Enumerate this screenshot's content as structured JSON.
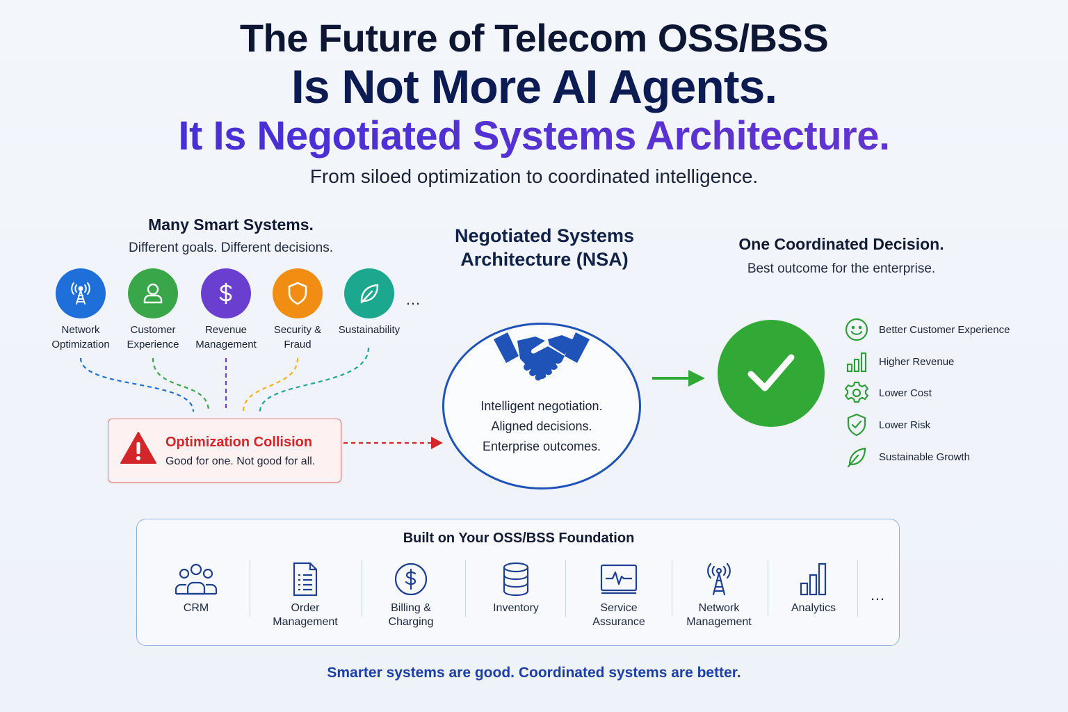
{
  "header": {
    "title_line1": "The Future of Telecom OSS/BSS",
    "title_line2": "Is Not More AI Agents.",
    "title_line3": "It Is Negotiated Systems Architecture.",
    "subtitle": "From siloed optimization to coordinated intelligence."
  },
  "left_panel": {
    "heading": "Many Smart Systems.",
    "subheading": "Different goals. Different decisions.",
    "systems": [
      {
        "label_1": "Network",
        "label_2": "Optimization",
        "icon": "cell-tower-icon",
        "color": "#1e6fd9"
      },
      {
        "label_1": "Customer",
        "label_2": "Experience",
        "icon": "user-icon",
        "color": "#3aa64a"
      },
      {
        "label_1": "Revenue",
        "label_2": "Management",
        "icon": "dollar-icon",
        "color": "#6a3fcf"
      },
      {
        "label_1": "Security &",
        "label_2": "Fraud",
        "icon": "shield-icon",
        "color": "#f08d12"
      },
      {
        "label_1": "Sustainability",
        "label_2": "",
        "icon": "leaf-icon",
        "color": "#1ba88f"
      }
    ],
    "more": "…",
    "collision": {
      "title": "Optimization Collision",
      "text": "Good for one. Not good for all.",
      "icon": "warning-icon",
      "color": "#d3262a"
    }
  },
  "nsa": {
    "title_line1": "Negotiated Systems",
    "title_line2": "Architecture (NSA)",
    "icon": "handshake-icon",
    "line1": "Intelligent negotiation.",
    "line2": "Aligned decisions.",
    "line3": "Enterprise outcomes."
  },
  "right_panel": {
    "heading": "One Coordinated Decision.",
    "subheading": "Best outcome for the enterprise.",
    "check_icon": "check-icon",
    "outcomes": [
      {
        "label": "Better Customer Experience",
        "icon": "smile-icon"
      },
      {
        "label": "Higher Revenue",
        "icon": "bar-chart-icon"
      },
      {
        "label": "Lower Cost",
        "icon": "gear-icon"
      },
      {
        "label": "Lower Risk",
        "icon": "shield-check-icon"
      },
      {
        "label": "Sustainable Growth",
        "icon": "leaf-icon"
      }
    ]
  },
  "foundation": {
    "title": "Built on Your OSS/BSS Foundation",
    "items": [
      {
        "label_1": "CRM",
        "label_2": "",
        "icon": "users-icon"
      },
      {
        "label_1": "Order",
        "label_2": "Management",
        "icon": "document-icon"
      },
      {
        "label_1": "Billing &",
        "label_2": "Charging",
        "icon": "dollar-circle-icon"
      },
      {
        "label_1": "Inventory",
        "label_2": "",
        "icon": "database-icon"
      },
      {
        "label_1": "Service",
        "label_2": "Assurance",
        "icon": "monitor-pulse-icon"
      },
      {
        "label_1": "Network",
        "label_2": "Management",
        "icon": "cell-tower-icon"
      },
      {
        "label_1": "Analytics",
        "label_2": "",
        "icon": "bar-chart-icon"
      }
    ],
    "more": "…"
  },
  "tagline": "Smarter systems are good.  Coordinated systems are better.",
  "colors": {
    "accent_purple": "#5a2fd0",
    "accent_blue": "#1f53b7",
    "success_green": "#32a836",
    "danger_red": "#d3262a"
  }
}
